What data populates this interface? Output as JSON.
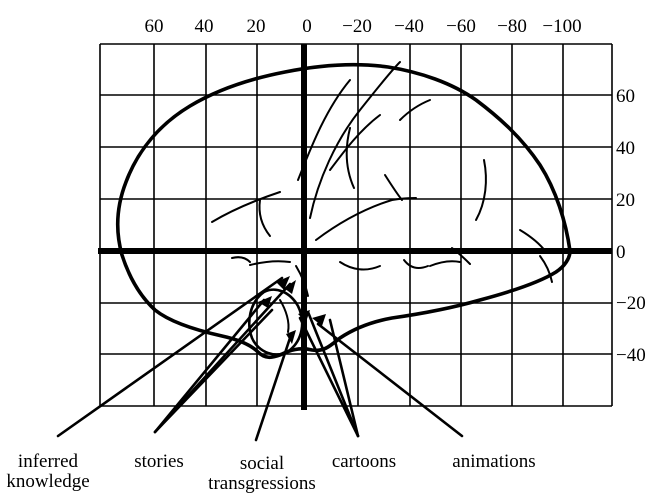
{
  "figure": {
    "grid_lines": "on",
    "line_color": "#000000",
    "background": "#ffffff"
  },
  "top_axis_ticks": [
    "60",
    "40",
    "20",
    "0",
    "−20",
    "−40",
    "−60",
    "−80",
    "−100"
  ],
  "right_axis_ticks": [
    "60",
    "40",
    "20",
    "0",
    "−20",
    "−40"
  ],
  "annotation_labels": [
    {
      "id": "inferred-knowledge",
      "lines": [
        "inferred",
        "knowledge"
      ]
    },
    {
      "id": "stories",
      "lines": [
        "stories"
      ]
    },
    {
      "id": "social-transgressions",
      "lines": [
        "social",
        "transgressions"
      ]
    },
    {
      "id": "cartoons",
      "lines": [
        "cartoons"
      ]
    },
    {
      "id": "animations",
      "lines": [
        "animations"
      ]
    }
  ],
  "illustration": {
    "name": "brain-outline-sagittal"
  }
}
